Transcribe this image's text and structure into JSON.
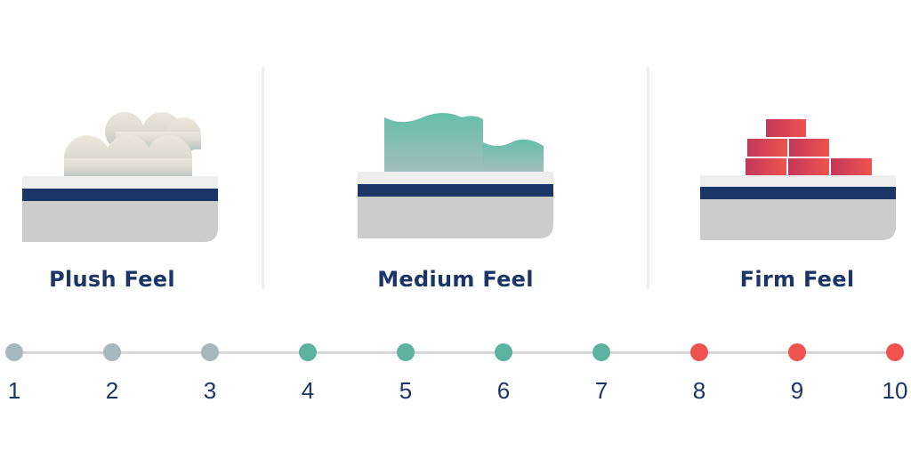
{
  "feels": [
    {
      "label": "Plush Feel",
      "icon": "plush-mattress-icon"
    },
    {
      "label": "Medium Feel",
      "icon": "medium-mattress-icon"
    },
    {
      "label": "Firm Feel",
      "icon": "firm-mattress-icon"
    }
  ],
  "scale": {
    "points": [
      {
        "label": "1",
        "color": "#a8b9bd"
      },
      {
        "label": "2",
        "color": "#a8b9bd"
      },
      {
        "label": "3",
        "color": "#a8b9bd"
      },
      {
        "label": "4",
        "color": "#5cb3a0"
      },
      {
        "label": "5",
        "color": "#5cb3a0"
      },
      {
        "label": "6",
        "color": "#5cb3a0"
      },
      {
        "label": "7",
        "color": "#5cb3a0"
      },
      {
        "label": "8",
        "color": "#ef5350"
      },
      {
        "label": "9",
        "color": "#ef5350"
      },
      {
        "label": "10",
        "color": "#ef5350"
      }
    ]
  },
  "colors": {
    "navy": "#1b3566",
    "mattress_top": "#eeeeee",
    "mattress_body": "#cccccc",
    "line": "#d6d6d6"
  }
}
